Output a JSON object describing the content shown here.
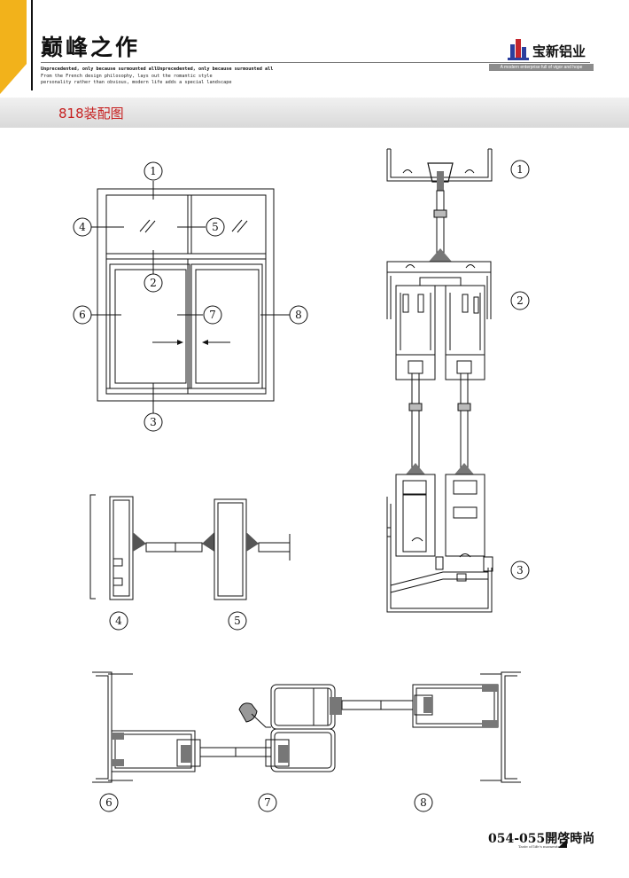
{
  "header": {
    "title": "巅峰之作",
    "tagline": "Unprecedented, only because surmounted allUnprecedented, only because surmounted all",
    "desc_line1": "From the French design philosophy, lays out the romantic style",
    "desc_line2": "personality rather than obvious, modern life adds a special landscape",
    "accent_color": "#f2b21b"
  },
  "brand": {
    "name": "宝新铝业",
    "slogan": "A modern enterprise full of vigor and hope",
    "logo_icon": "building-logo-icon"
  },
  "section": {
    "title": "818装配图",
    "title_color": "#c62020"
  },
  "callouts": {
    "window": [
      "1",
      "2",
      "3",
      "4",
      "5",
      "6",
      "7",
      "8"
    ],
    "vertical_section": [
      "1",
      "2",
      "3"
    ],
    "fixed_section": [
      "4",
      "5"
    ],
    "sliding_section": [
      "6",
      "7",
      "8"
    ]
  },
  "footer": {
    "page": "054-055開啓時尚",
    "tag": "Taste of life's moments"
  }
}
